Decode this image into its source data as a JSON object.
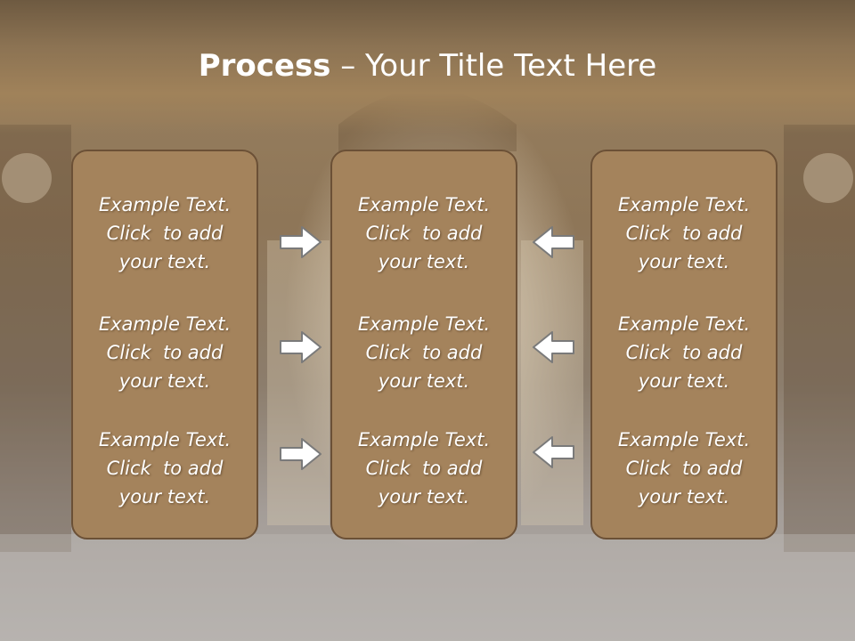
{
  "title": {
    "bold": "Process",
    "rest": " – Your Title Text Here"
  },
  "columns": [
    {
      "items": [
        {
          "line1": "Example Text.",
          "line2": "Click  to add",
          "line3": "your text."
        },
        {
          "line1": "Example Text.",
          "line2": "Click  to add",
          "line3": "your text."
        },
        {
          "line1": "Example Text.",
          "line2": "Click  to add",
          "line3": "your text."
        }
      ]
    },
    {
      "items": [
        {
          "line1": "Example Text.",
          "line2": "Click  to add",
          "line3": "your text."
        },
        {
          "line1": "Example Text.",
          "line2": "Click  to add",
          "line3": "your text."
        },
        {
          "line1": "Example Text.",
          "line2": "Click  to add",
          "line3": "your text."
        }
      ]
    },
    {
      "items": [
        {
          "line1": "Example Text.",
          "line2": "Click  to add",
          "line3": "your text."
        },
        {
          "line1": "Example Text.",
          "line2": "Click  to add",
          "line3": "your text."
        },
        {
          "line1": "Example Text.",
          "line2": "Click  to add",
          "line3": "your text."
        }
      ]
    }
  ],
  "icons": {
    "left_arrows": "arrow-right-icon",
    "right_arrows": "arrow-left-icon"
  },
  "colors": {
    "panel_fill": "#a4835c",
    "panel_border": "#6b5036",
    "title_bar": "#8c7353",
    "text": "#ffffff"
  }
}
